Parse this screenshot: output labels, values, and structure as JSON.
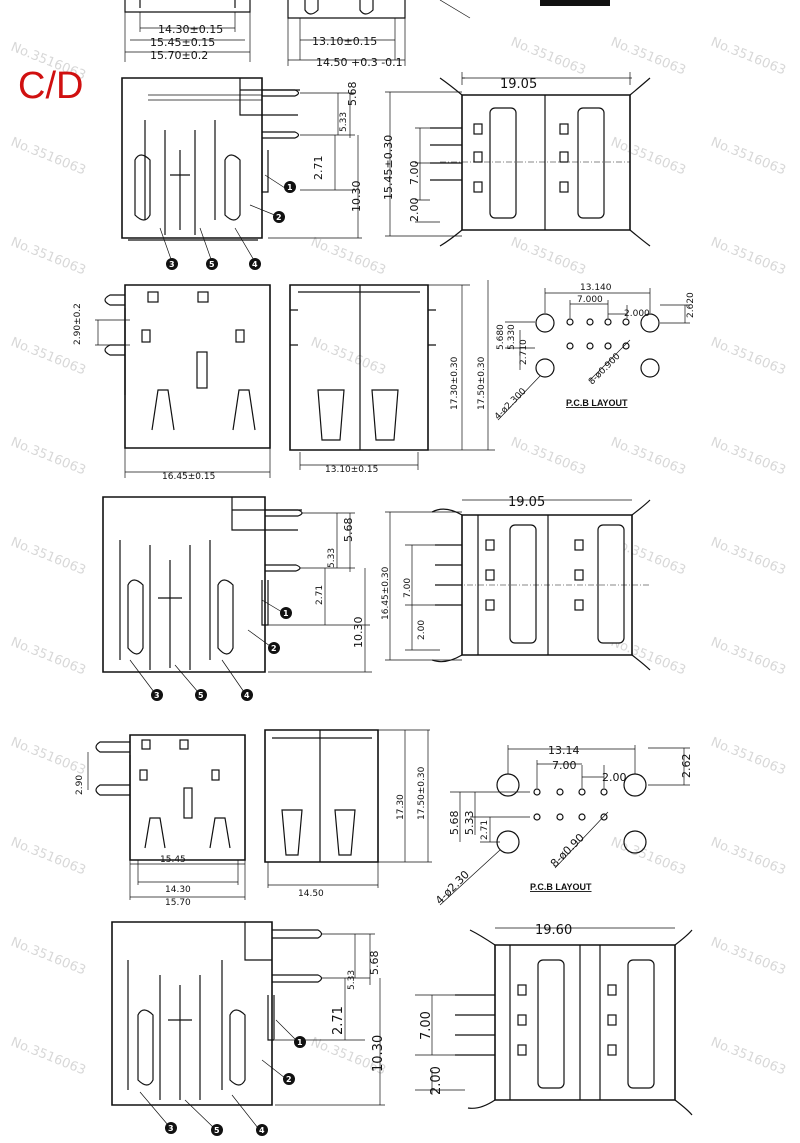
{
  "variant_label": "C/D",
  "watermark": "No.3516063",
  "pcb_layout_label": "P.C.B LAYOUT",
  "section0": {
    "d1": "14.30±0.15",
    "d2": "15.45±0.15",
    "d3": "15.70±0.2",
    "d4": "13.10±0.15",
    "d5": "14.50 +0.3 -0.1"
  },
  "section1": {
    "left": {
      "d_568": "5.68",
      "d_533": "5.33",
      "d_271": "2.71",
      "d_1030": "10.30",
      "callouts": [
        "1",
        "2",
        "3",
        "5",
        "4"
      ]
    },
    "right": {
      "d_1905": "19.05",
      "d_1545": "15.45±0.30",
      "d_700": "7.00",
      "d_200": "2.00"
    }
  },
  "section2": {
    "front": {
      "d_290": "2.90±0.2",
      "d_1645": "16.45±0.15"
    },
    "side": {
      "d_1730": "17.30±0.30",
      "d_1750": "17.50±0.30",
      "d_1310": "13.10±0.15"
    },
    "pcb": {
      "d_1314": "13.140",
      "d_700": "7.000",
      "d_200": "2.000",
      "d_262": "2.620",
      "d_568": "5.680",
      "d_533": "5.330",
      "d_271": "2.710",
      "d_hole1": "4-ø2.300",
      "d_hole2": "8-ø0.900"
    }
  },
  "section3": {
    "left": {
      "d_568": "5.68",
      "d_533": "5.33",
      "d_271": "2.71",
      "d_1030": "10.30",
      "callouts": [
        "1",
        "2",
        "3",
        "5",
        "4"
      ]
    },
    "right": {
      "d_1905": "19.05",
      "d_1645": "16.45±0.30",
      "d_700": "7.00",
      "d_200": "2.00"
    }
  },
  "section4": {
    "front": {
      "d_290": "2.90",
      "d_1545": "15.45",
      "d_1430": "14.30",
      "d_1570": "15.70"
    },
    "side": {
      "d_1730": "17.30",
      "d_1750": "17.50±0.30",
      "d_1450": "14.50"
    },
    "pcb": {
      "d_1314": "13.14",
      "d_700": "7.00",
      "d_200": "2.00",
      "d_262": "2.62",
      "d_568": "5.68",
      "d_533": "5.33",
      "d_271": "2.71",
      "d_hole1": "4-ø2.30",
      "d_hole2": "8-ø0.90"
    }
  },
  "section5": {
    "left": {
      "d_568": "5.68",
      "d_533": "5.33",
      "d_271": "2.71",
      "d_1030": "10.30",
      "callouts": [
        "1",
        "2",
        "3",
        "5",
        "4"
      ]
    },
    "right": {
      "d_1960": "19.60",
      "d_700": "7.00",
      "d_200": "2.00"
    }
  }
}
